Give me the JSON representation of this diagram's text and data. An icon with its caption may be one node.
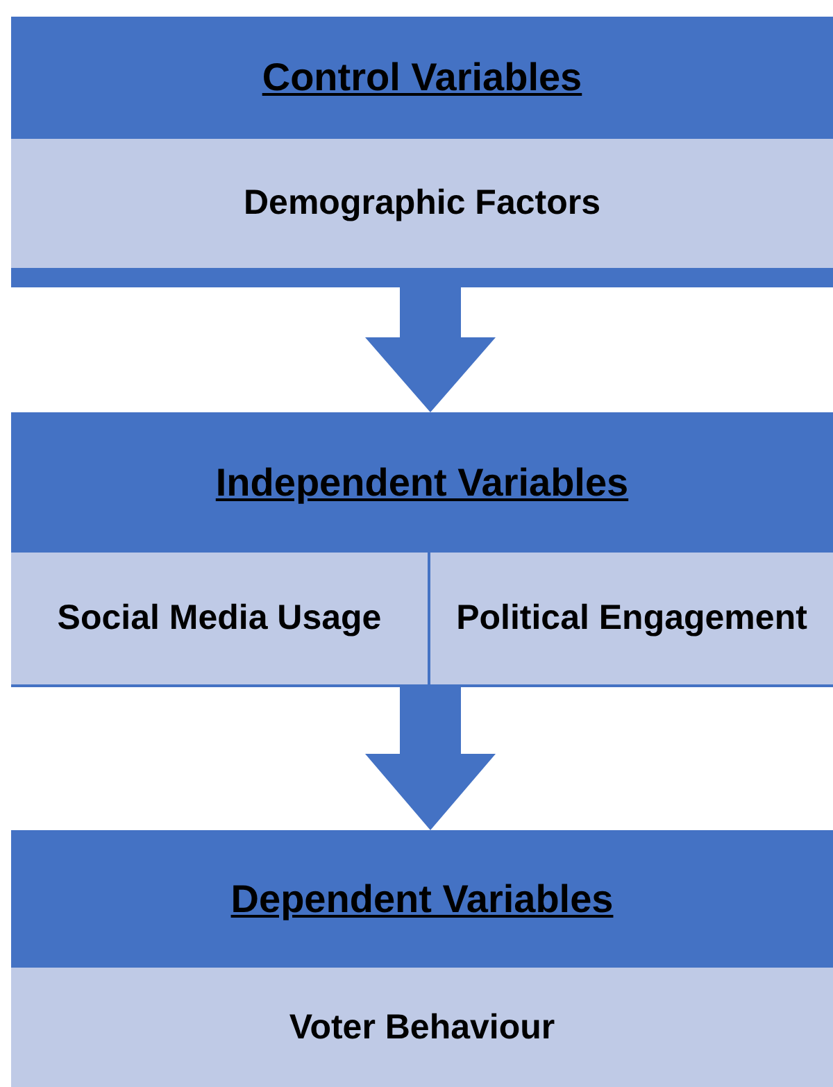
{
  "diagram": {
    "nodes": [
      {
        "text": [
          "Control Variables"
        ]
      },
      {
        "text": [
          "Demographic Factors"
        ],
        "in": 0
      },
      {
        "text": [
          "Independent Variables"
        ]
      },
      {
        "text": [
          "Social Media Usage"
        ],
        "in": 2
      },
      {
        "text": [
          "Political Engagement"
        ],
        "in": 2
      },
      {
        "text": [
          "Dependent Variables"
        ]
      },
      {
        "text": [
          "Voter Behaviour"
        ],
        "in": 5
      }
    ],
    "edges": [
      {
        "from": 0,
        "to": 2,
        "arrow": "to",
        "style": "thick"
      },
      {
        "from": 2,
        "to": 5,
        "arrow": "to",
        "style": "thick"
      }
    ]
  }
}
